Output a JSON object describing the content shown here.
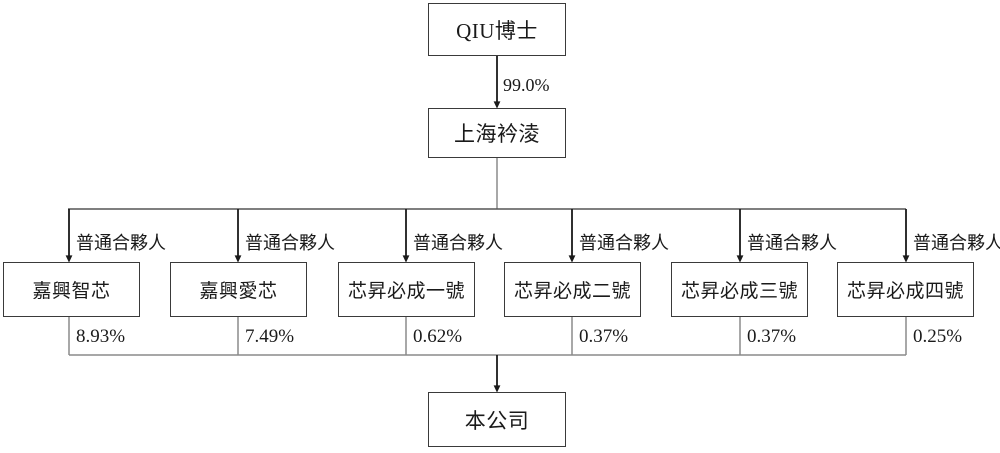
{
  "diagram": {
    "type": "org-ownership-chart",
    "title_text": "",
    "nodes": {
      "top": {
        "label": "QIU博士"
      },
      "mid": {
        "label": "上海衿淩"
      },
      "bottom": {
        "label": "本公司"
      },
      "partners": [
        {
          "label": "嘉興智芯",
          "role": "普通合夥人",
          "percent": "8.93%"
        },
        {
          "label": "嘉興愛芯",
          "role": "普通合夥人",
          "percent": "7.49%"
        },
        {
          "label": "芯昇必成一號",
          "role": "普通合夥人",
          "percent": "0.62%"
        },
        {
          "label": "芯昇必成二號",
          "role": "普通合夥人",
          "percent": "0.37%"
        },
        {
          "label": "芯昇必成三號",
          "role": "普通合夥人",
          "percent": "0.37%"
        },
        {
          "label": "芯昇必成四號",
          "role": "普通合夥人",
          "percent": "0.25%"
        }
      ]
    },
    "edges": {
      "top_to_mid_percent": "99.0%"
    },
    "colors": {
      "box_border": "#3a3a3a",
      "connector_gray": "#8a8a8a",
      "arrow_black": "#1a1a1a",
      "background": "#ffffff",
      "text": "#1a1a1a"
    }
  }
}
